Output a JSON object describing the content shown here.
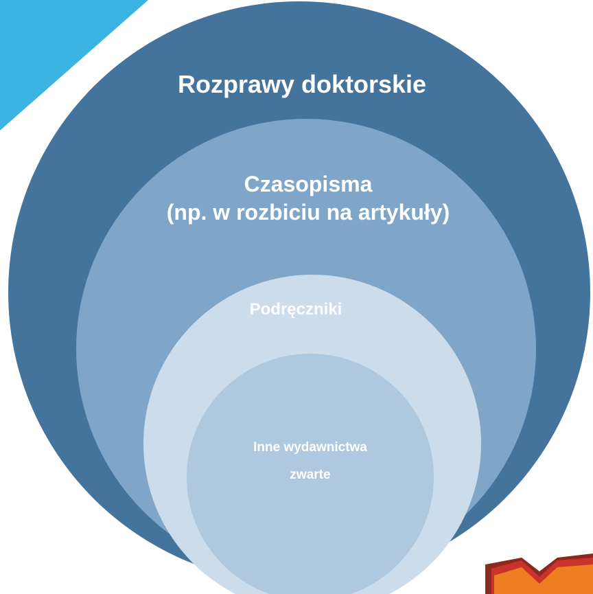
{
  "diagram": {
    "outer_label": "Rozprawy doktorskie",
    "second_label_line1": "Czasopisma",
    "second_label_line2": "(np. w rozbiciu na artykuły)",
    "third_label": "Podręczniki",
    "inner_label_line1": "Inne wydawnictwa",
    "inner_label_line2": "zwarte"
  },
  "colors": {
    "outer_circle": "#44739c",
    "second_circle": "#7fa6c9",
    "third_circle": "#cddceb",
    "inner_circle": "#aec8df",
    "corner_triangle": "#3bb4e1",
    "book_orange": "#ef7d22",
    "book_red": "#c9332b",
    "book_dark": "#8a2a1f"
  },
  "icons": {
    "corner": "corner-triangle-decoration",
    "book": "open-book-icon"
  }
}
